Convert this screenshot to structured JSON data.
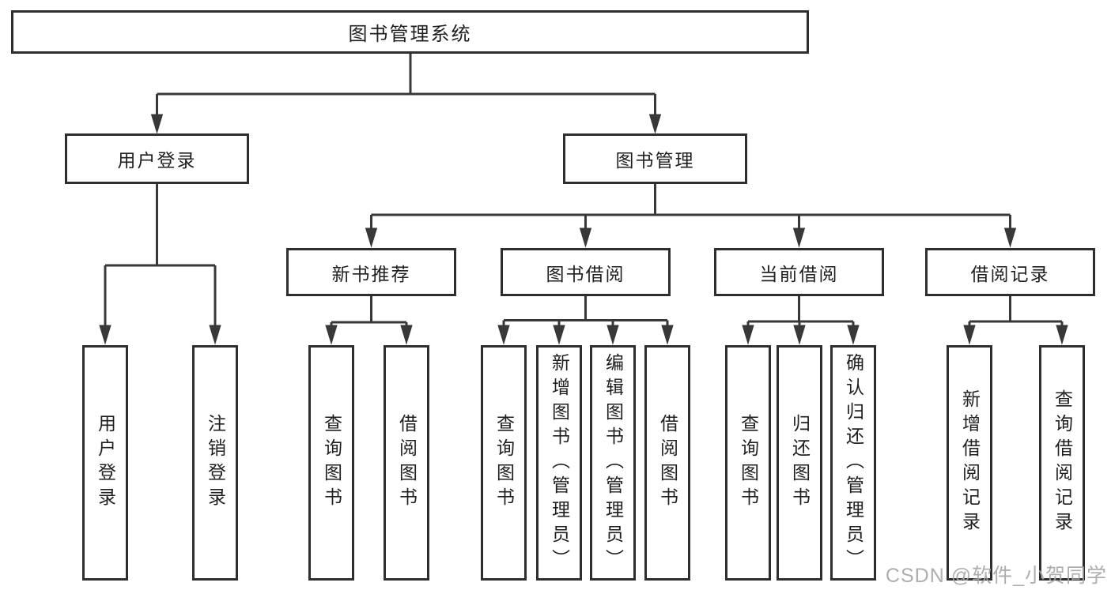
{
  "diagram": {
    "root": "图书管理系统",
    "level2": [
      "用户登录",
      "图书管理"
    ],
    "level3": [
      "新书推荐",
      "图书借阅",
      "当前借阅",
      "借阅记录"
    ],
    "leaves": {
      "user_login_group": [
        "用户登录",
        "注销登录"
      ],
      "new_book_group": [
        "查询图书",
        "借阅图书"
      ],
      "borrow_group": [
        "查询图书",
        "新增图书（管理员）",
        "编辑图书（管理员）",
        "借阅图书"
      ],
      "current_group": [
        "查询图书",
        "归还图书",
        "确认归还（管理员）"
      ],
      "record_group": [
        "新增借阅记录",
        "查询借阅记录"
      ]
    }
  },
  "watermark": {
    "text": "CSDN @软件_小贺同学"
  },
  "colors": {
    "line": "#383838",
    "border": "#2e2e2e",
    "text": "#1f1f1f",
    "watermark": "#a6a6a6",
    "background": "#ffffff"
  }
}
